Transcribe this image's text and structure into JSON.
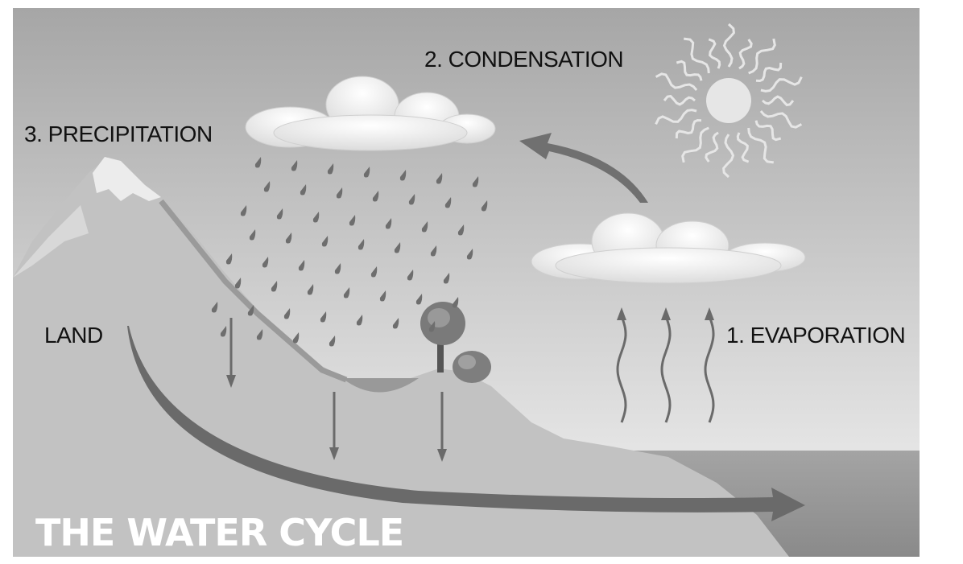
{
  "title": "THE WATER CYCLE",
  "labels": {
    "condensation": "2. CONDENSATION",
    "precipitation": "3. PRECIPITATION",
    "land": "LAND",
    "evaporation": "1. EVAPORATION"
  },
  "colors": {
    "sky_top": "#a6a6a6",
    "sky_bottom": "#e6e6e6",
    "land": "#c2c2c2",
    "sea": "#909090",
    "arrow": "#6e6e6e",
    "cloud": "#f4f4f4"
  }
}
